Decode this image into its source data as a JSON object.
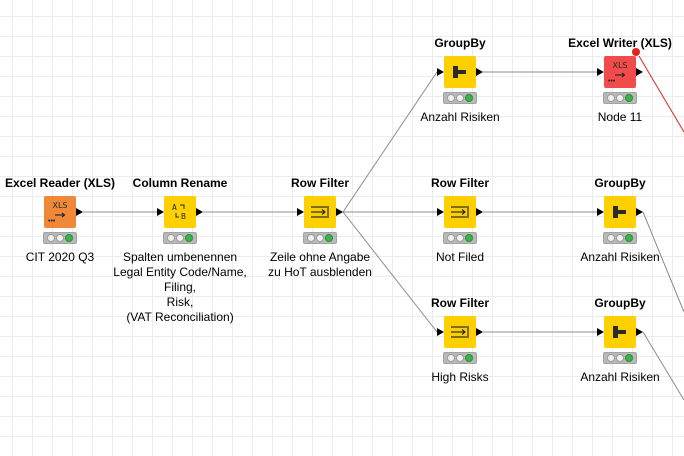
{
  "nodes": [
    {
      "id": "excel-reader",
      "title": "Excel Reader (XLS)",
      "kind": "reader",
      "color": "#f0883a",
      "icon_text": "XLS",
      "label": [
        "CIT 2020 Q3"
      ],
      "status": "executed"
    },
    {
      "id": "column-rename",
      "title": "Column Rename",
      "kind": "rename",
      "color": "#ffd000",
      "label": [
        "Spalten umbenennen",
        "Legal Entity Code/Name,",
        "Filing,",
        "Risk,",
        "(VAT Reconciliation)"
      ],
      "status": "executed"
    },
    {
      "id": "row-filter-1",
      "title": "Row Filter",
      "kind": "filter",
      "color": "#ffd000",
      "label": [
        "Zeile ohne Angabe",
        "zu HoT ausblenden"
      ],
      "status": "executed"
    },
    {
      "id": "groupby-top",
      "title": "GroupBy",
      "kind": "groupby",
      "color": "#ffd000",
      "label": [
        "Anzahl Risiken"
      ],
      "status": "executed"
    },
    {
      "id": "excel-writer",
      "title": "Excel Writer (XLS)",
      "kind": "writer",
      "color": "#f24b4b",
      "icon_text": "XLS",
      "label": [
        "Node 11"
      ],
      "status": "executed"
    },
    {
      "id": "row-filter-2",
      "title": "Row Filter",
      "kind": "filter",
      "color": "#ffd000",
      "label": [
        "Not Filed"
      ],
      "status": "executed"
    },
    {
      "id": "groupby-mid",
      "title": "GroupBy",
      "kind": "groupby",
      "color": "#ffd000",
      "label": [
        "Anzahl Risiken"
      ],
      "status": "executed"
    },
    {
      "id": "row-filter-3",
      "title": "Row Filter",
      "kind": "filter",
      "color": "#ffd000",
      "label": [
        "High Risks"
      ],
      "status": "executed"
    },
    {
      "id": "groupby-bottom",
      "title": "GroupBy",
      "kind": "groupby",
      "color": "#ffd000",
      "label": [
        "Anzahl Risiken"
      ],
      "status": "executed"
    }
  ],
  "connections": [
    {
      "from": "excel-reader",
      "to": "column-rename"
    },
    {
      "from": "column-rename",
      "to": "row-filter-1"
    },
    {
      "from": "row-filter-1",
      "to": "groupby-top"
    },
    {
      "from": "row-filter-1",
      "to": "row-filter-2"
    },
    {
      "from": "row-filter-1",
      "to": "row-filter-3"
    },
    {
      "from": "groupby-top",
      "to": "excel-writer"
    },
    {
      "from": "row-filter-2",
      "to": "groupby-mid"
    },
    {
      "from": "row-filter-3",
      "to": "groupby-bottom"
    }
  ],
  "colors": {
    "wire": "#8c8c8c",
    "wire_error": "#e02424",
    "reader": "#f0883a",
    "manipulator": "#ffd000",
    "writer": "#f24b4b",
    "status_ok": "#39b54a"
  }
}
